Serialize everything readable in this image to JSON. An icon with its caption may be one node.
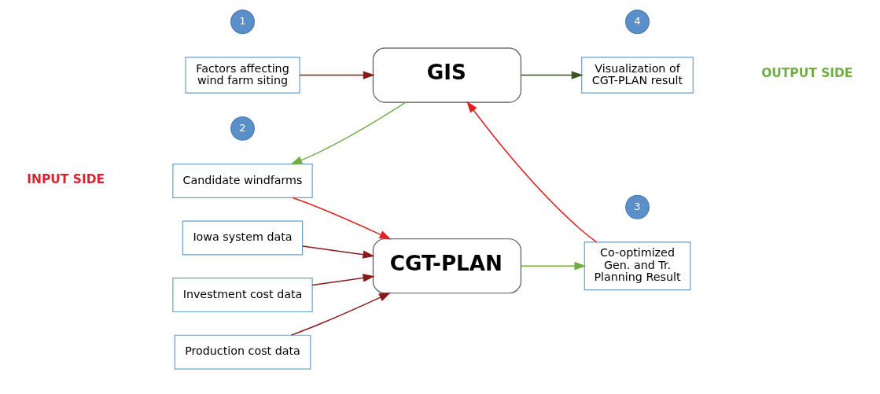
{
  "diagram": {
    "nodes": [
      {
        "text": [
          "1"
        ]
      },
      {
        "text": [
          "Factors affecting wind farm siting"
        ]
      },
      {
        "text": [
          "GIS"
        ]
      },
      {
        "text": [
          "4"
        ]
      },
      {
        "text": [
          "Visualization of CGT-PLAN result"
        ]
      },
      {
        "text": [
          "2"
        ]
      },
      {
        "text": [
          "Candidate windfarms"
        ]
      },
      {
        "text": [
          "3"
        ]
      },
      {
        "text": [
          "Co-optimized Gen. and Tr. Planning Result"
        ]
      },
      {
        "text": [
          "Iowa system data"
        ]
      },
      {
        "text": [
          "Investment cost data"
        ]
      },
      {
        "text": [
          "Production cost data"
        ]
      },
      {
        "text": [
          "CGT-PLAN"
        ]
      }
    ],
    "edges": [
      {
        "from": 1,
        "to": 2,
        "arrow": "to"
      },
      {
        "from": 2,
        "to": 4,
        "arrow": "to",
        "color": "#375623"
      },
      {
        "from": 2,
        "to": 6,
        "arrow": "to",
        "color": "#70ad47"
      },
      {
        "from": 6,
        "to": 12,
        "arrow": "to",
        "color": "#e02020"
      },
      {
        "from": 8,
        "to": 2,
        "arrow": "to",
        "color": "#e02020"
      },
      {
        "from": 12,
        "to": 8,
        "arrow": "to",
        "color": "#70ad47"
      },
      {
        "from": 9,
        "to": 12,
        "arrow": "to"
      },
      {
        "from": 10,
        "to": 12,
        "arrow": "to"
      },
      {
        "from": 11,
        "to": 12,
        "arrow": "to"
      }
    ],
    "labels": [
      "INPUT SIDE",
      "OUTPUT SIDE"
    ]
  }
}
